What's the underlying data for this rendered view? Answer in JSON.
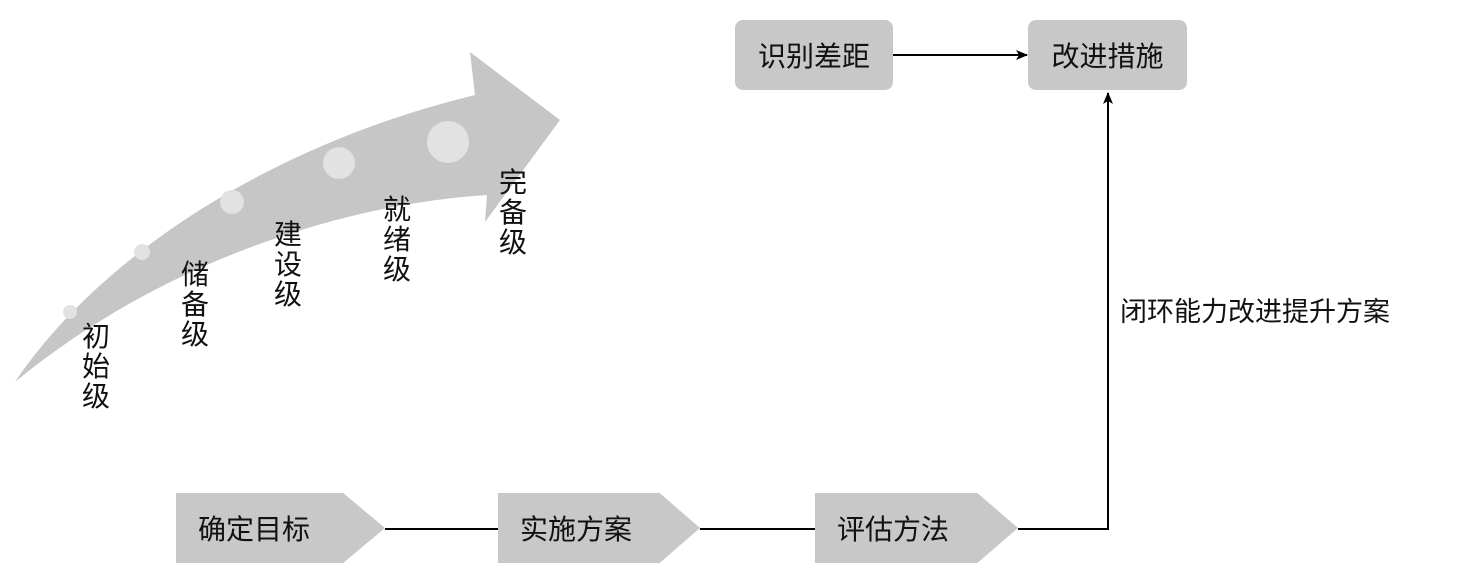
{
  "maturity_levels": [
    "初始级",
    "储备级",
    "建设级",
    "就绪级",
    "完备级"
  ],
  "process_steps": [
    "确定目标",
    "实施方案",
    "评估方法"
  ],
  "top_boxes": {
    "identify": "识别差距",
    "improve": "改进措施"
  },
  "side_label": "闭环能力改进提升方案",
  "colors": {
    "arrow": "#c6c6c6",
    "dots": "#e2e2e2",
    "box": "#c8c8c8"
  }
}
